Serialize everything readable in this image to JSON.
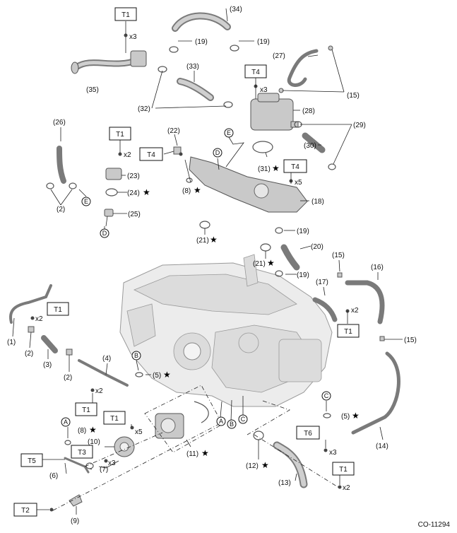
{
  "callouts": {
    "c1": "(1)",
    "c2a": "(2)",
    "c2b": "(2)",
    "c3": "(3)",
    "c4": "(4)",
    "c5a": "(5)",
    "c5b": "(5)",
    "c6": "(6)",
    "c7": "(7)",
    "c8a": "(8)",
    "c8b": "(8)",
    "c9": "(9)",
    "c10": "(10)",
    "c11": "(11)",
    "c12": "(12)",
    "c13": "(13)",
    "c14": "(14)",
    "c15a": "(15)",
    "c15b": "(15)",
    "c15c": "(15)",
    "c16": "(16)",
    "c17": "(17)",
    "c18": "(18)",
    "c19a": "(19)",
    "c19b": "(19)",
    "c19c": "(19)",
    "c19d": "(19)",
    "c20": "(20)",
    "c21a": "(21)",
    "c21b": "(21)",
    "c22": "(22)",
    "c23": "(23)",
    "c24": "(24)",
    "c25": "(25)",
    "c26": "(26)",
    "c27": "(27)",
    "c28": "(28)",
    "c29": "(29)",
    "c30": "(30)",
    "c31": "(31)",
    "c32": "(32)",
    "c33": "(33)",
    "c34": "(34)",
    "c35": "(35)"
  },
  "torque": {
    "t1_top": "T1",
    "t1_thermo": "T1",
    "t1_left": "T1",
    "t1_pipe4": "T1",
    "t1_pump": "T1",
    "t1_right": "T1",
    "t1_bottom": "T1",
    "t2": "T2",
    "t3": "T3",
    "t4_left": "T4",
    "t4_right": "T4",
    "t4_top": "T4",
    "t5": "T5",
    "t6": "T6"
  },
  "qty": {
    "q35": "x3",
    "q28": "x3",
    "q23": "x2",
    "q18": "x5",
    "q1": "x2",
    "q4": "x2",
    "q11": "x5",
    "q10": "x3",
    "q17": "x2",
    "q14": "x3",
    "q13": "x2"
  },
  "letters": {
    "a1": "A",
    "a2": "A",
    "b1": "B",
    "b2": "B",
    "c1": "C",
    "c2": "C",
    "d1": "D",
    "d2": "D",
    "e1": "E",
    "e2": "E"
  },
  "star": "★",
  "footer": {
    "code": "CO-11294"
  }
}
